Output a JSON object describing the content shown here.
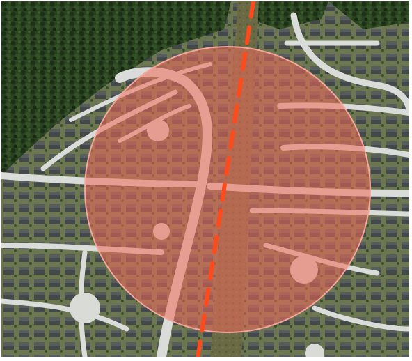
{
  "scene": {
    "kind": "aerial-photo",
    "colors": {
      "forest_dark": "#1f3418",
      "forest_mid": "#2f4a24",
      "lawn": "#6f7b55",
      "roof_gray": "#3f4447",
      "road": "#d9dcd8",
      "corridor": "#6b6a48",
      "overlay_fill": "#f06a5a",
      "overlay_edge": "#f5a79c",
      "pipeline_dash": "#ff4a1c"
    },
    "overlay": {
      "shape": "circle",
      "opacity": 0.55
    },
    "pipeline": {
      "style": "dashed"
    }
  }
}
